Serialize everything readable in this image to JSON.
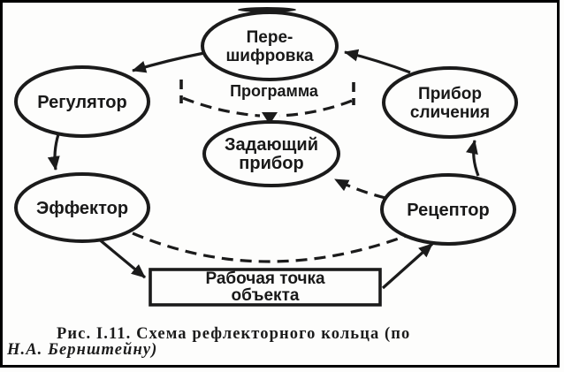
{
  "figure": {
    "caption_line1": "Рис. I.11. Схема рефлекторного кольца (по",
    "caption_line2": "Н.А. Бернштейну)"
  },
  "nodes": {
    "recoding": {
      "line1": "Пере-",
      "line2": "шифровка"
    },
    "regulator": {
      "label": "Регулятор"
    },
    "comparison_device": {
      "line1": "Прибор",
      "line2": "сличения"
    },
    "setting_device": {
      "line1": "Задающий",
      "line2": "прибор"
    },
    "effector": {
      "label": "Эффектор"
    },
    "receptor": {
      "label": "Рецептор"
    },
    "working_point": {
      "line1": "Рабочая точка",
      "line2": "объекта"
    },
    "program": {
      "label": "Программа"
    }
  },
  "edges": [
    {
      "from": "recoding",
      "to": "regulator",
      "style": "solid-arrow"
    },
    {
      "from": "regulator",
      "to": "effector",
      "style": "solid-arrow"
    },
    {
      "from": "effector",
      "to": "working_point",
      "style": "solid-arrow"
    },
    {
      "from": "working_point",
      "to": "receptor",
      "style": "solid-arrow"
    },
    {
      "from": "receptor",
      "to": "comparison_device",
      "style": "solid-arrow"
    },
    {
      "from": "comparison_device",
      "to": "recoding",
      "style": "solid-arrow"
    },
    {
      "from": "program",
      "to": "setting_device",
      "style": "dashed-arrow"
    },
    {
      "from": "receptor",
      "to": "setting_device",
      "style": "dashed-arrow"
    },
    {
      "from": "effector",
      "to": "receptor",
      "style": "dashed-line"
    }
  ],
  "colors": {
    "ink": "#1b1b1b",
    "paper": "#fdfdfc",
    "frame": "#000000"
  }
}
